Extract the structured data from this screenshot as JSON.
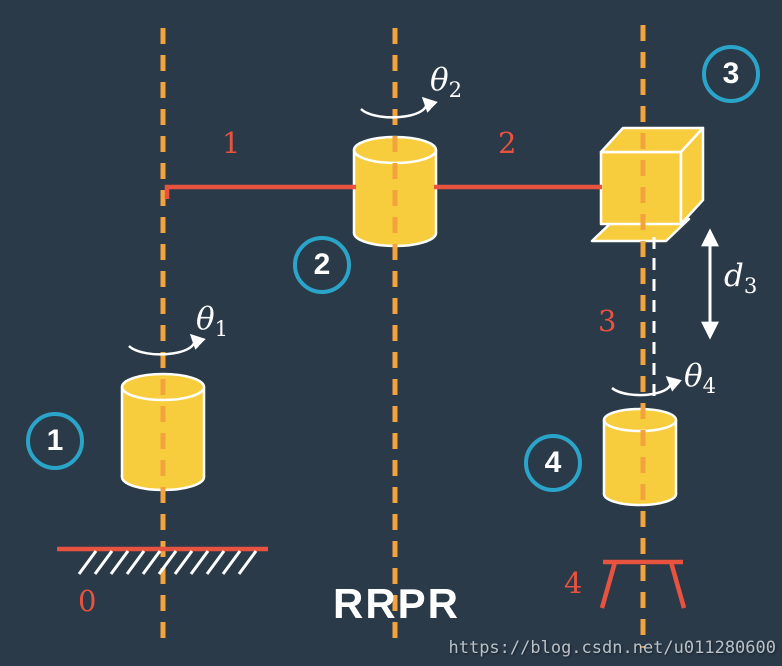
{
  "diagram": {
    "caption": "RRPR",
    "watermark": "https://blog.csdn.net/u011280600",
    "joints": {
      "joint1": {
        "badge": "1",
        "angle": {
          "symbol": "θ",
          "sub": "1"
        }
      },
      "joint2": {
        "badge": "2",
        "angle": {
          "symbol": "θ",
          "sub": "2"
        }
      },
      "joint3": {
        "badge": "3",
        "displacement": {
          "symbol": "d",
          "sub": "3"
        }
      },
      "joint4": {
        "badge": "4",
        "angle": {
          "symbol": "θ",
          "sub": "4"
        }
      }
    },
    "links": {
      "base": "0",
      "link1": "1",
      "link2": "2",
      "link3": "3",
      "end_effector": "4"
    }
  },
  "colors": {
    "background": "#2b3a49",
    "axis_orange": "#f2a33c",
    "link_red": "#e8533f",
    "label_red": "#e8533f",
    "joint_yellow": "#f8cd3d",
    "outline_white": "#ffffff",
    "circle_cyan": "#2aa5c9"
  }
}
